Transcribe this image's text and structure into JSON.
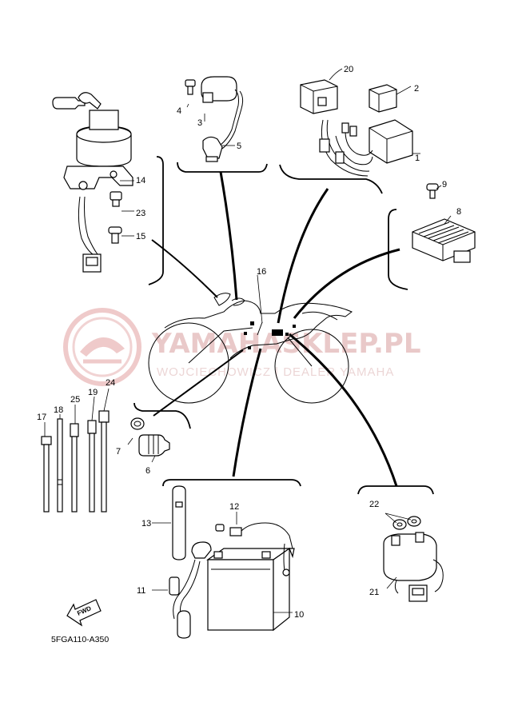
{
  "watermark": {
    "title": "YAMAHASKLEP.PL",
    "subtitle": "WOJCIECHOWICZ | DEALER YAMAHA"
  },
  "diagram_code": "5FGA110-A350",
  "fwd_label": "FWD",
  "callouts": {
    "c1": "1",
    "c2": "2",
    "c3": "3",
    "c4": "4",
    "c5": "5",
    "c6": "6",
    "c7": "7",
    "c8": "8",
    "c9": "9",
    "c10": "10",
    "c11": "11",
    "c12": "12",
    "c13": "13",
    "c14": "14",
    "c15": "15",
    "c16": "16",
    "c17": "17",
    "c18": "18",
    "c19": "19",
    "c20": "20",
    "c21": "21",
    "c22": "22",
    "c23": "23",
    "c24": "24",
    "c25": "25"
  },
  "colors": {
    "line": "#000000",
    "watermark": "#e9c9c9",
    "background": "#ffffff"
  }
}
